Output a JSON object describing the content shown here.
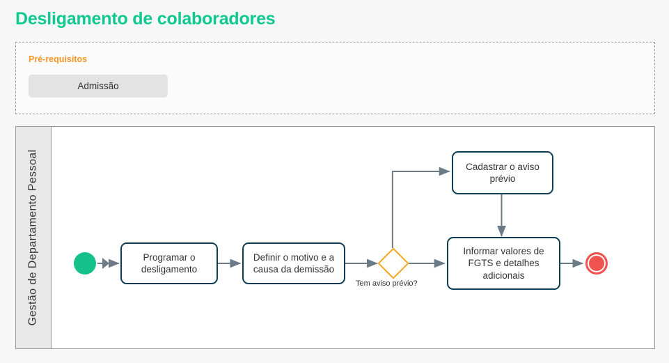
{
  "page": {
    "title": "Desligamento de colaboradores",
    "title_color": "#10c98f",
    "background_color": "#f7f7f7"
  },
  "prerequisites": {
    "label": "Pré-requisitos",
    "label_color": "#f79626",
    "items": [
      {
        "label": "Admissão"
      }
    ]
  },
  "pool": {
    "lane_label": "Gestão de Departamento Pessoal"
  },
  "diagram": {
    "type": "bpmn-process-flow",
    "colors": {
      "task_border": "#0d3c55",
      "gateway_border": "#f5a623",
      "start_event": "#15c08a",
      "end_event": "#ef5350",
      "connector": "#6d7b86"
    },
    "start_event": {
      "name": "start-event"
    },
    "end_event": {
      "name": "end-event"
    },
    "tasks": [
      {
        "id": "task-programar",
        "label": "Programar o desligamento"
      },
      {
        "id": "task-definir",
        "label": "Definir o motivo e a causa da demissão"
      },
      {
        "id": "task-cadastrar",
        "label": "Cadastrar o aviso prévio"
      },
      {
        "id": "task-informar",
        "label": "Informar valores de FGTS e detalhes adicionais"
      }
    ],
    "gateway": {
      "id": "gateway-aviso",
      "label": "Tem aviso prévio?",
      "shape": "diamond"
    },
    "connections": [
      {
        "from": "start-event",
        "to": "task-programar"
      },
      {
        "from": "task-programar",
        "to": "task-definir"
      },
      {
        "from": "task-definir",
        "to": "gateway-aviso"
      },
      {
        "from": "gateway-aviso",
        "to": "task-cadastrar"
      },
      {
        "from": "gateway-aviso",
        "to": "task-informar"
      },
      {
        "from": "task-cadastrar",
        "to": "task-informar"
      },
      {
        "from": "task-informar",
        "to": "end-event"
      }
    ]
  }
}
